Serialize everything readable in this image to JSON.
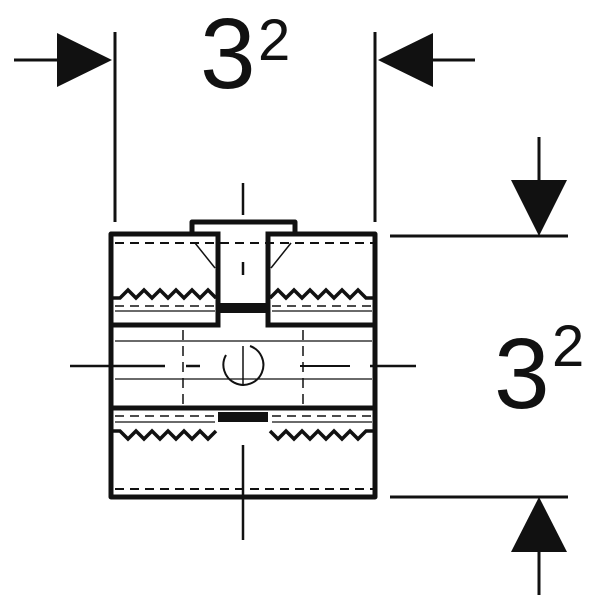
{
  "dimensions": {
    "width": {
      "base": "3",
      "superscript": "2"
    },
    "height": {
      "base": "3",
      "superscript": "2"
    }
  },
  "colors": {
    "line": "#111111",
    "background": "#ffffff"
  }
}
